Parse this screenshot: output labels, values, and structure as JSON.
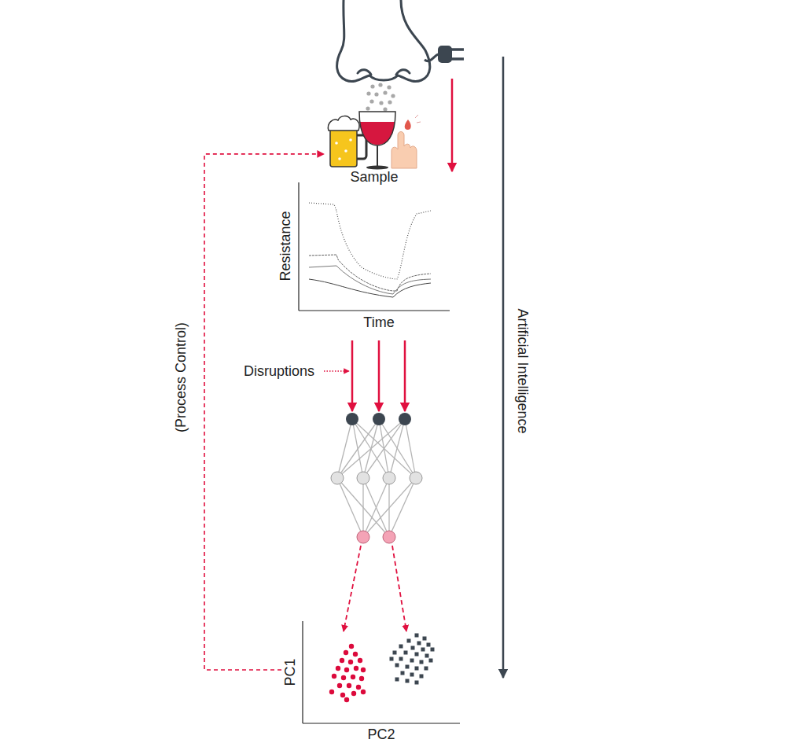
{
  "diagram": {
    "nodes": [
      {
        "text": [
          "Sample"
        ]
      },
      {
        "text": [
          "Resistance",
          "Time"
        ]
      },
      {
        "text": [
          "PC1",
          "PC2"
        ]
      }
    ],
    "edges": [
      {
        "from": 2,
        "to": 0,
        "arrow": "to",
        "label": "(Process Control)"
      }
    ],
    "labels": [
      "Disruptions",
      "Artificial Intelligence"
    ]
  }
}
